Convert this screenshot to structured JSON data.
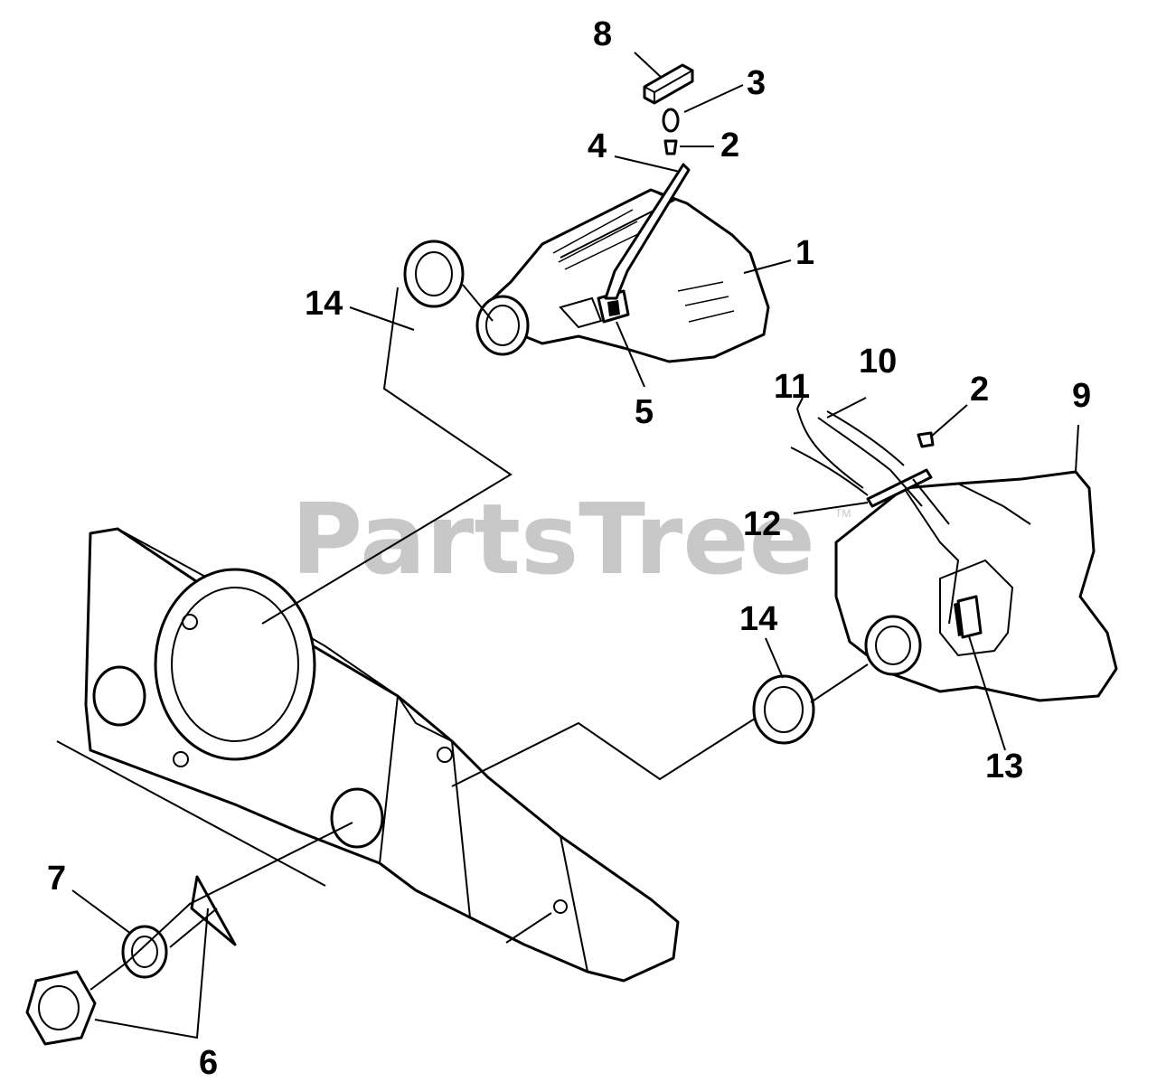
{
  "watermark": {
    "text": "PartsTree",
    "tm": "TM"
  },
  "callouts": [
    {
      "id": "8",
      "label": "8"
    },
    {
      "id": "3",
      "label": "3"
    },
    {
      "id": "2a",
      "label": "2"
    },
    {
      "id": "4",
      "label": "4"
    },
    {
      "id": "1",
      "label": "1"
    },
    {
      "id": "14a",
      "label": "14"
    },
    {
      "id": "5",
      "label": "5"
    },
    {
      "id": "10",
      "label": "10"
    },
    {
      "id": "11",
      "label": "11"
    },
    {
      "id": "2b",
      "label": "2"
    },
    {
      "id": "9",
      "label": "9"
    },
    {
      "id": "12",
      "label": "12"
    },
    {
      "id": "14b",
      "label": "14"
    },
    {
      "id": "13",
      "label": "13"
    },
    {
      "id": "7",
      "label": "7"
    },
    {
      "id": "6",
      "label": "6"
    }
  ]
}
